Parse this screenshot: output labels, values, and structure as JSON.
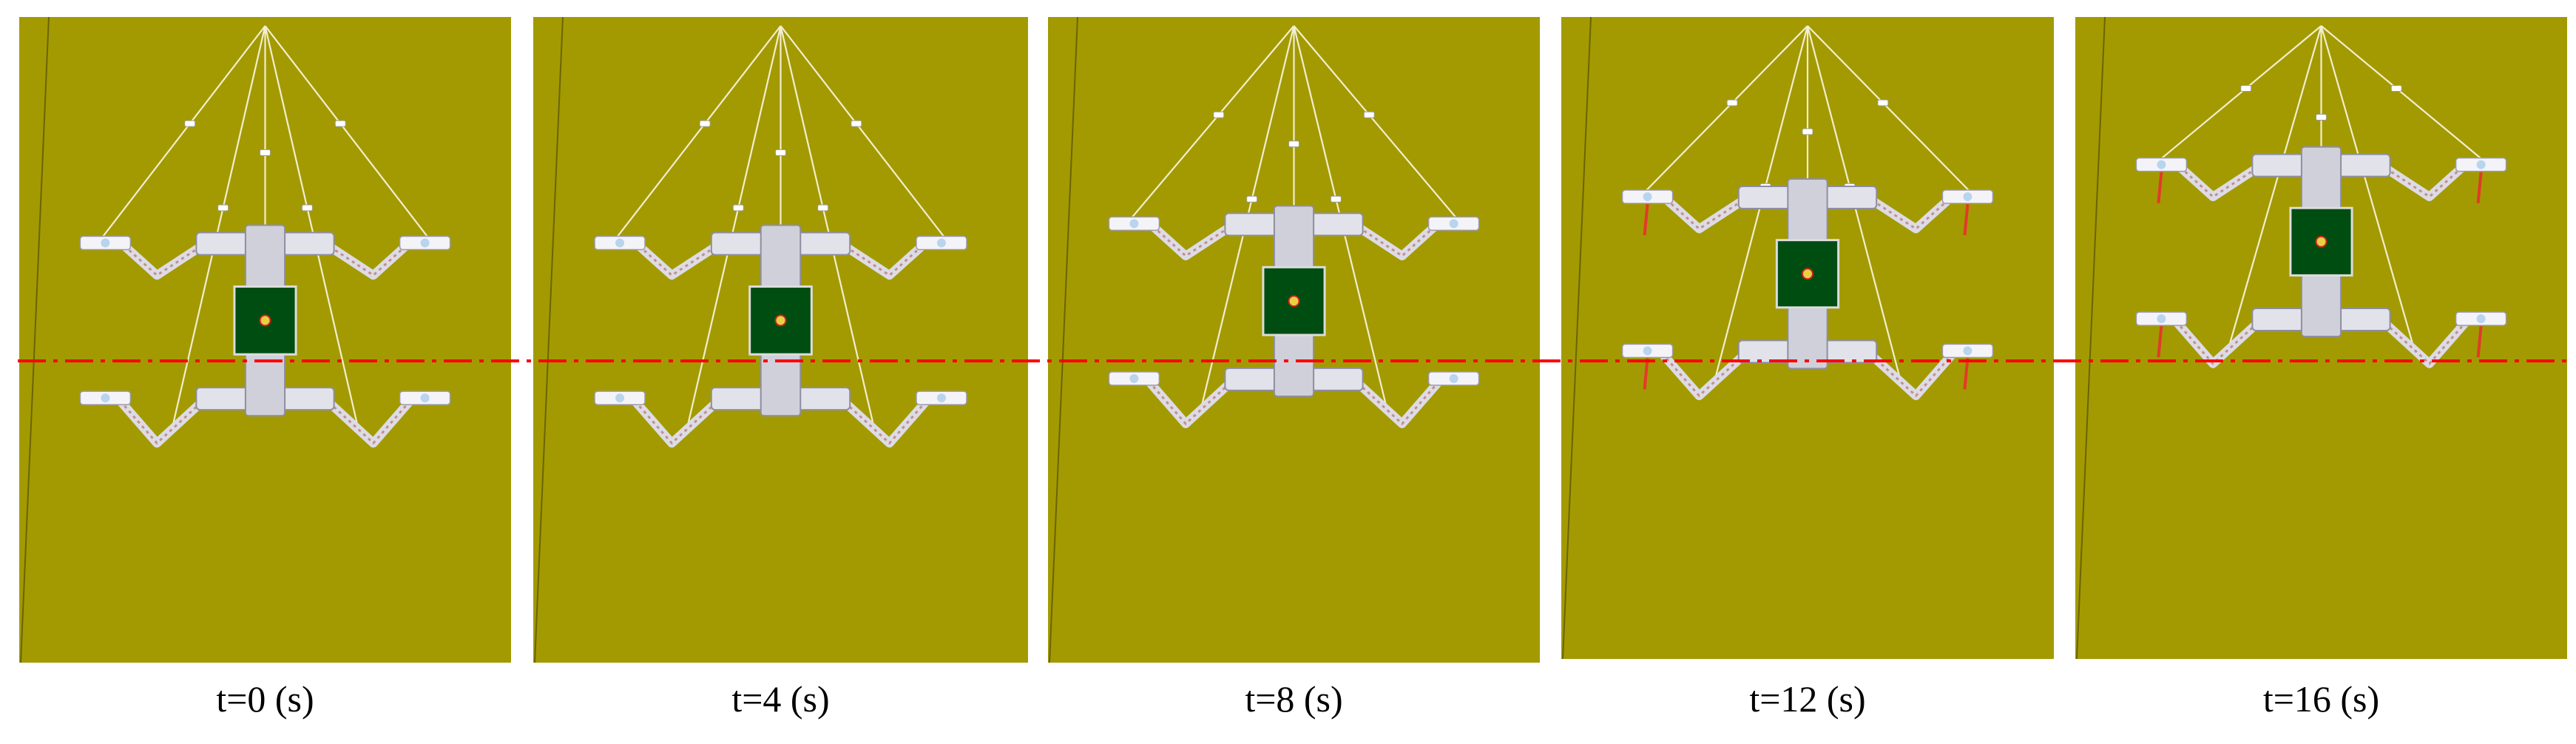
{
  "figure": {
    "colors": {
      "ground": "#a39a02",
      "body": "#004d12",
      "cable": "#f2eecf",
      "leg": "#dcdce6",
      "foot_marker": "#e23a2a",
      "reference_line": "#ff0000"
    },
    "icons": [
      "robot-top-view-icon",
      "cable-fan-icon",
      "reference-dash-dot-line"
    ],
    "frames": [
      {
        "caption": "t=0 (s)",
        "time_s": 0,
        "body_offset": 0.0
      },
      {
        "caption": "t=4 (s)",
        "time_s": 4,
        "body_offset": 0.0
      },
      {
        "caption": "t=8 (s)",
        "time_s": 8,
        "body_offset": 0.03
      },
      {
        "caption": "t=12 (s)",
        "time_s": 12,
        "body_offset": 0.07
      },
      {
        "caption": "t=16 (s)",
        "time_s": 16,
        "body_offset": 0.12
      }
    ]
  }
}
